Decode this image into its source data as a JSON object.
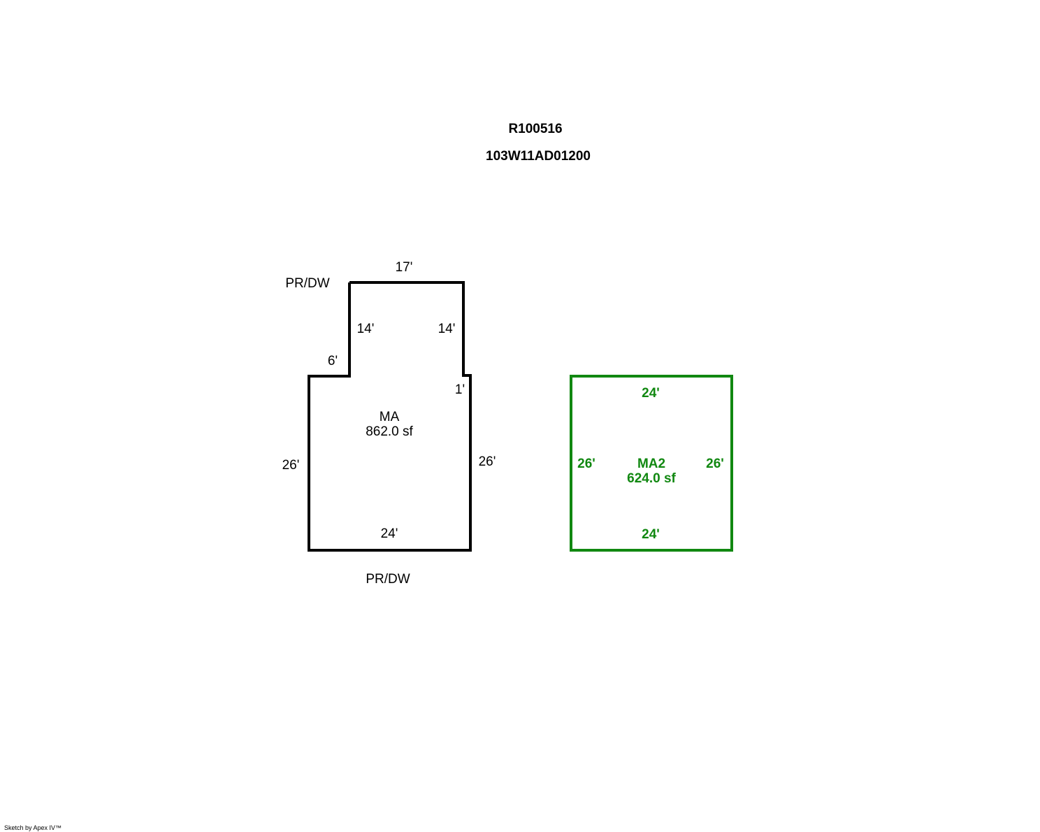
{
  "header": {
    "account_id": "R100516",
    "map_tax_lot": "103W11AD01200"
  },
  "building_ma": {
    "code": "MA",
    "area": "862.0 sf",
    "color": "#000000",
    "labels": {
      "top": "17'",
      "inner_left": "14'",
      "inner_right": "14'",
      "step": "6'",
      "notch": "1'",
      "left": "26'",
      "right": "26'",
      "bottom": "24'",
      "adjacent_top": "PR/DW",
      "adjacent_bottom": "PR/DW"
    }
  },
  "building_ma2": {
    "code": "MA2",
    "area": "624.0 sf",
    "color": "#118811",
    "labels": {
      "top": "24'",
      "bottom": "24'",
      "left": "26'",
      "right": "26'"
    }
  },
  "footer": {
    "credit": "Sketch by Apex IV™"
  }
}
